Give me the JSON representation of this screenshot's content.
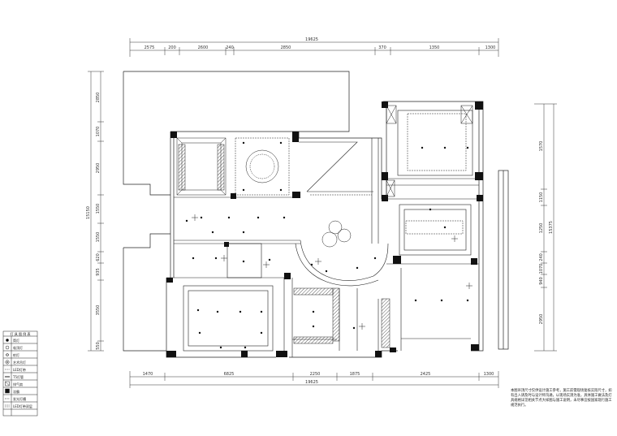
{
  "dimensions": {
    "top_total": "19625",
    "top_segments": [
      "2575",
      "200",
      "2600",
      "240",
      "2850",
      "370",
      "1350",
      "1300"
    ],
    "bottom_total": "19625",
    "bottom_segments": [
      "1470",
      "6825",
      "2250",
      "1875",
      "2425",
      "1300"
    ],
    "left_total": "15150",
    "left_segments": [
      "2850",
      "1070",
      "2950",
      "1550",
      "1550",
      "620",
      "935",
      "3550",
      "550"
    ],
    "right_total": "15375",
    "right_segments": [
      "1570",
      "1150",
      "1250",
      "240",
      "1070",
      "940",
      "2950"
    ]
  },
  "legend": {
    "title": "灯 具 图 例 表",
    "items": [
      "筒灯",
      "吸顶灯",
      "射灯",
      "艺术吊灯",
      "LED灯带",
      "T5灯管",
      "排气扇",
      "浴霸",
      "发光灯槽",
      "LED灯带双层"
    ]
  },
  "notes": "本图吊顶尺寸仅供设计施工参考，施工前需现场复核实际尺寸，如有出入请及时与设计师沟通，以现场实测为准，具体施工做法及灯具规格详见相关节点大样图与施工说明，未尽事宜按国家现行施工规范执行。"
}
